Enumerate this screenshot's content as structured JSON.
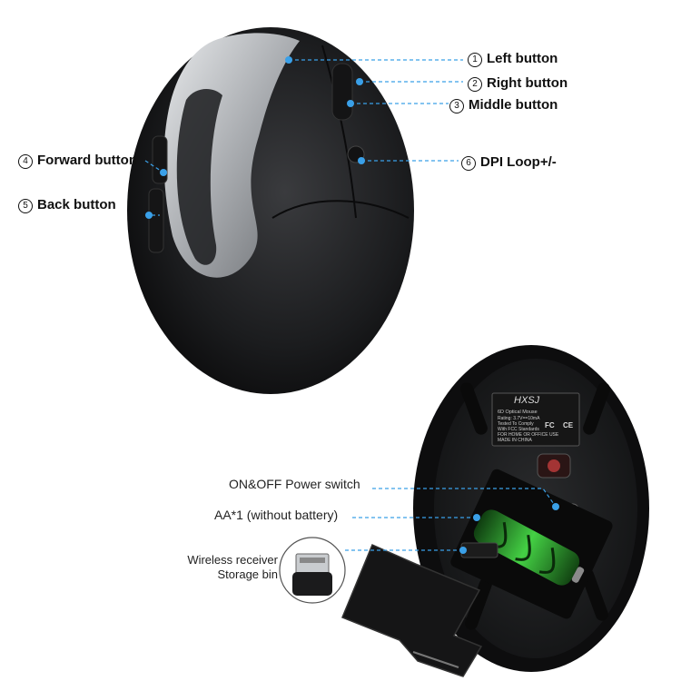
{
  "callouts": {
    "left_button": {
      "num": "1",
      "label": "Left button"
    },
    "right_button": {
      "num": "2",
      "label": "Right button"
    },
    "middle_button": {
      "num": "3",
      "label": "Middle button"
    },
    "forward_button": {
      "num": "4",
      "label": "Forward button"
    },
    "back_button": {
      "num": "5",
      "label": "Back button"
    },
    "dpi_loop": {
      "num": "6",
      "label": "DPI Loop+/-"
    },
    "power_switch": "ON&OFF Power switch",
    "battery": "AA*1 (without battery)",
    "receiver_line1": "Wireless receiver",
    "receiver_line2": "Storage bin"
  },
  "mouse_label": {
    "brand": "HXSJ",
    "model": "6D Optical Mouse",
    "rating": "Rating: 3.7V==10mA",
    "tested": "Tested To Comply",
    "standards": "With FCC Standards",
    "use": "FOR HOME OR OFFICE USE",
    "made": "MADE IN CHINA",
    "fcc": "FC",
    "ce": "CE"
  },
  "colors": {
    "callout_line": "#3aa0e8",
    "mouse_body": "#1e1f21",
    "silver": "#b9bcc0",
    "battery_green": "#3cc43c"
  }
}
